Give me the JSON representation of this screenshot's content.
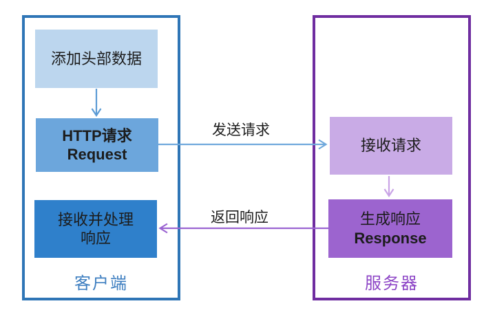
{
  "colors": {
    "canvas_bg": "#FFFFFF",
    "text": "#1C1C1C",
    "client_border": "#2E75B6",
    "client_label": "#3D7EC0",
    "box_light_blue": "#BCD6EE",
    "box_mid_blue": "#6CA6DC",
    "box_dark_blue": "#2F80CB",
    "server_border": "#6F2DA0",
    "server_label": "#8C44C6",
    "box_light_purple": "#C9ABE6",
    "box_dark_purple": "#9C64CF",
    "arrow_blue": "#6FA8DC",
    "arrow_blue_dark": "#5B9BD5",
    "arrow_purple": "#9A63D1",
    "arrow_purple_light": "#C9A3E6"
  },
  "client": {
    "label": "客户端",
    "boxes": {
      "add_header": {
        "text": "添加头部数据"
      },
      "http_request": {
        "line1": "HTTP请求",
        "line2": "Request"
      },
      "receive_process": {
        "line1": "接收并处理",
        "line2": "响应"
      }
    }
  },
  "server": {
    "label": "服务器",
    "boxes": {
      "receive_request": {
        "text": "接收请求"
      },
      "generate_response": {
        "line1": "生成响应",
        "line2": "Response"
      }
    }
  },
  "arrows": {
    "send": {
      "label": "发送请求"
    },
    "return": {
      "label": "返回响应"
    }
  }
}
